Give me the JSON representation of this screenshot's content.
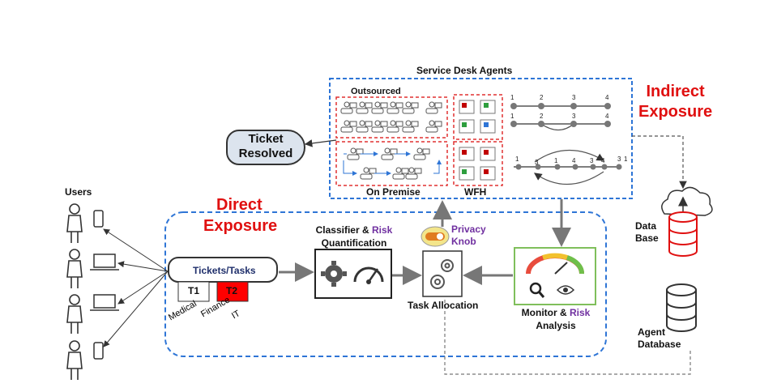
{
  "service_desk": {
    "title": "Service Desk Agents",
    "outsourced": "Outsourced",
    "on_premise": "On Premise",
    "wfh": "WFH"
  },
  "indirect": {
    "line1": "Indirect",
    "line2": "Exposure"
  },
  "direct": {
    "line1": "Direct",
    "line2": "Exposure"
  },
  "ticket_resolved": {
    "line1": "Ticket",
    "line2": "Resolved"
  },
  "users": {
    "title": "Users"
  },
  "tickets": {
    "title": "Tickets/Tasks",
    "t1": "T1",
    "t2": "T2",
    "medical": "Medical",
    "finance": "Finance",
    "it": "IT"
  },
  "classifier": {
    "line1_a": "Classifier & ",
    "line1_b": "Risk",
    "line2": "Quantification"
  },
  "privacy": {
    "line1": "Privacy",
    "line2": "Knob"
  },
  "task_allocation": {
    "label": "Task Allocation"
  },
  "monitor": {
    "line1_a": "Monitor & ",
    "line1_b": "Risk",
    "line2": "Analysis"
  },
  "database": {
    "line1": "Data",
    "line2": "Base"
  },
  "agent_db": {
    "line1": "Agent",
    "line2": "Database"
  },
  "timeline": {
    "row1": [
      "1",
      "2",
      "3",
      "4"
    ],
    "row2": [
      "1",
      "2",
      "3",
      "4"
    ],
    "row3": [
      "1",
      "3",
      "1",
      "4",
      "3",
      "4",
      "3",
      "1"
    ]
  },
  "colors": {
    "accent_red": "#e01010",
    "accent_purple": "#7030a0",
    "dashed_blue": "#2e75d6",
    "dashed_red": "#e03030"
  }
}
